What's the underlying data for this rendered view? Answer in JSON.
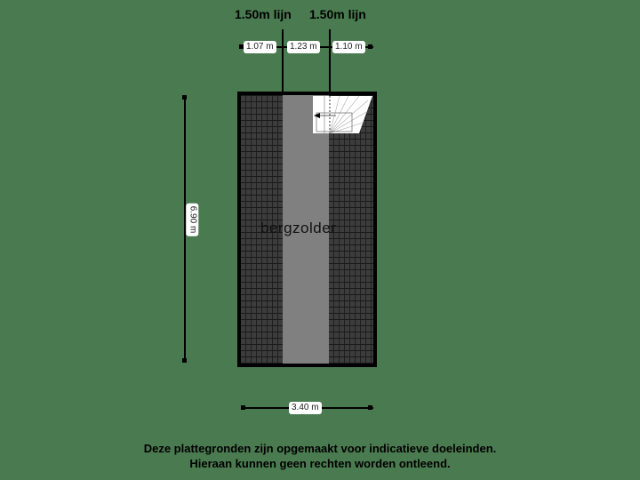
{
  "top_labels": {
    "left_line": "1.50m lijn",
    "right_line": "1.50m lijn"
  },
  "top_dimensions": [
    "1.07 m",
    "1.23 m",
    "1.10 m"
  ],
  "left_dimension": "6.90 m",
  "bottom_dimension": "3.40 m",
  "room": {
    "label": "bergzolder"
  },
  "footer": {
    "line1": "Deze plattegronden zijn opgemaakt voor indicatieve doeleinden.",
    "line2": "Hieraan kunnen geen rechten worden ontleend."
  },
  "colors": {
    "background": "#4a7a4f",
    "wall": "#000000",
    "roof_tiles": "#2e2e2e",
    "aisle": "#808080",
    "stairs": "#ffffff"
  }
}
